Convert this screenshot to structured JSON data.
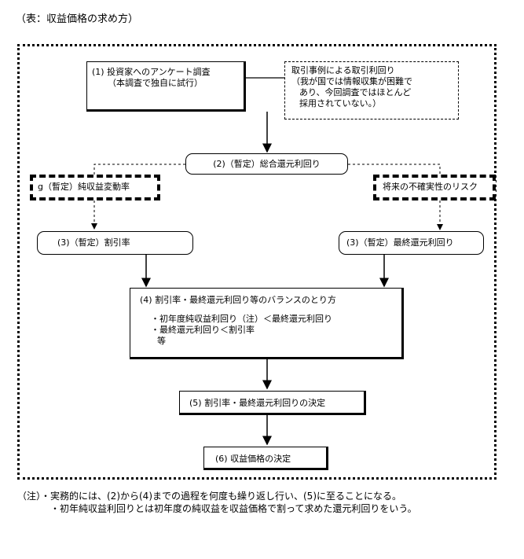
{
  "title": "（表：収益価格の求め方）",
  "boxes": {
    "b1": {
      "line1": "(1)  投資家へのアンケート調査",
      "line2": "（本調査で独自に試行）"
    },
    "side": {
      "line1": "取引事例による取引利回り",
      "line2": "（我が国では情報収集が困難で",
      "line3": "あり、今回調査ではほとんど",
      "line4": "採用されていない。）"
    },
    "b2": {
      "label": "(2)（暫定）総合還元利回り"
    },
    "g": {
      "label": "g（暫定）純収益変動率"
    },
    "risk": {
      "label": "将来の不確実性のリスク"
    },
    "b3l": {
      "label": "(3)（暫定）割引率"
    },
    "b3r": {
      "label": "(3)（暫定）最終還元利回り"
    },
    "b4": {
      "title": "(4)  割引率・最終還元利回り等のバランスのとり方",
      "item1": "・初年度純収益利回り（注）＜最終還元利回り",
      "item2": "・最終還元利回り＜割引率",
      "item3": "等"
    },
    "b5": {
      "label": "(5)  割引率・最終還元利回りの決定"
    },
    "b6": {
      "label": "(6)  収益価格の決定"
    }
  },
  "notes": {
    "line1": "（注）・実務的には、(2)から(4)までの過程を何度も繰り返し行い、(5)に至ることになる。",
    "line2": "・初年純収益利回りとは初年度の純収益を収益価格で割って求めた還元利回りをいう。"
  }
}
